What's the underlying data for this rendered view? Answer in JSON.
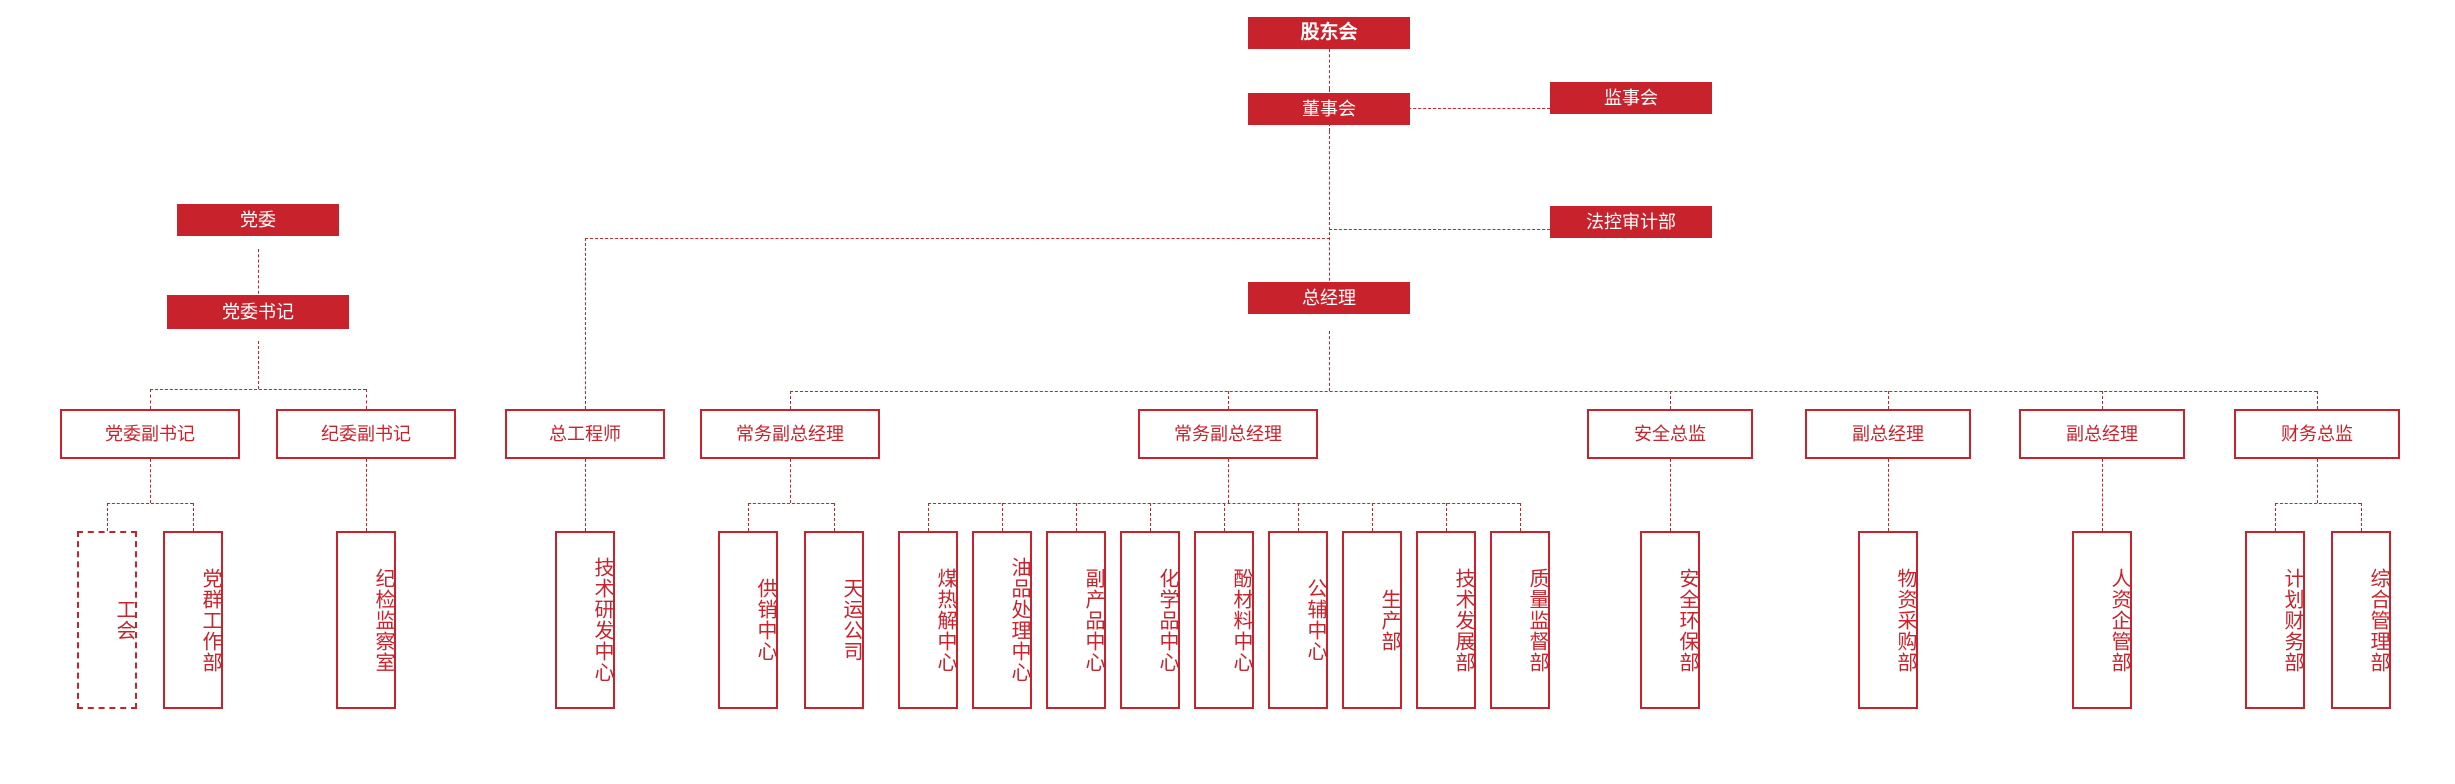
{
  "meta": {
    "accent_red": "#C8232C",
    "background": "#FFFFFF",
    "title": "公司组织架构图"
  },
  "nodes": {
    "shareholders": {
      "label": "股东会"
    },
    "supervisory": {
      "label": "监事会"
    },
    "board": {
      "label": "董事会"
    },
    "legal_audit": {
      "label": "法控审计部"
    },
    "general_manager": {
      "label": "总经理"
    },
    "party_committee": {
      "label": "党委"
    },
    "party_secretary": {
      "label": "党委书记"
    },
    "party_deputy_secretary": {
      "label": "党委副书记"
    },
    "discipline_deputy_secretary": {
      "label": "纪委副书记"
    },
    "labor_union": {
      "label": "工会"
    },
    "party_mass_work_dept": {
      "label": "党群工作部"
    },
    "discipline_inspection_office": {
      "label": "纪检监察室"
    },
    "chief_engineer": {
      "label": "总工程师"
    },
    "tech_rd_center": {
      "label": "技术研发中心"
    },
    "exec_deputy_gm_1": {
      "label": "常务副总经理"
    },
    "supply_sales_center": {
      "label": "供销中心"
    },
    "tianyun_company": {
      "label": "天运公司"
    },
    "exec_deputy_gm_2": {
      "label": "常务副总经理"
    },
    "coal_pyrolysis_center": {
      "label": "煤热解中心"
    },
    "oil_processing_center": {
      "label": "油品处理中心"
    },
    "byproduct_center": {
      "label": "副产品中心"
    },
    "chemicals_center": {
      "label": "化学品中心"
    },
    "phenol_materials_center": {
      "label": "酚材料中心"
    },
    "utilities_center": {
      "label": "公辅中心"
    },
    "production_dept": {
      "label": "生产部"
    },
    "tech_development_dept": {
      "label": "技术发展部"
    },
    "quality_supervision_dept": {
      "label": "质量监督部"
    },
    "safety_director": {
      "label": "安全总监"
    },
    "safety_environment_dept": {
      "label": "安全环保部"
    },
    "deputy_gm_1": {
      "label": "副总经理"
    },
    "materials_procurement_dept": {
      "label": "物资采购部"
    },
    "deputy_gm_2": {
      "label": "副总经理"
    },
    "hr_enterprise_mgmt_dept": {
      "label": "人资企管部"
    },
    "finance_director": {
      "label": "财务总监"
    },
    "plan_finance_dept": {
      "label": "计划财务部"
    },
    "general_mgmt_dept": {
      "label": "综合管理部"
    }
  }
}
